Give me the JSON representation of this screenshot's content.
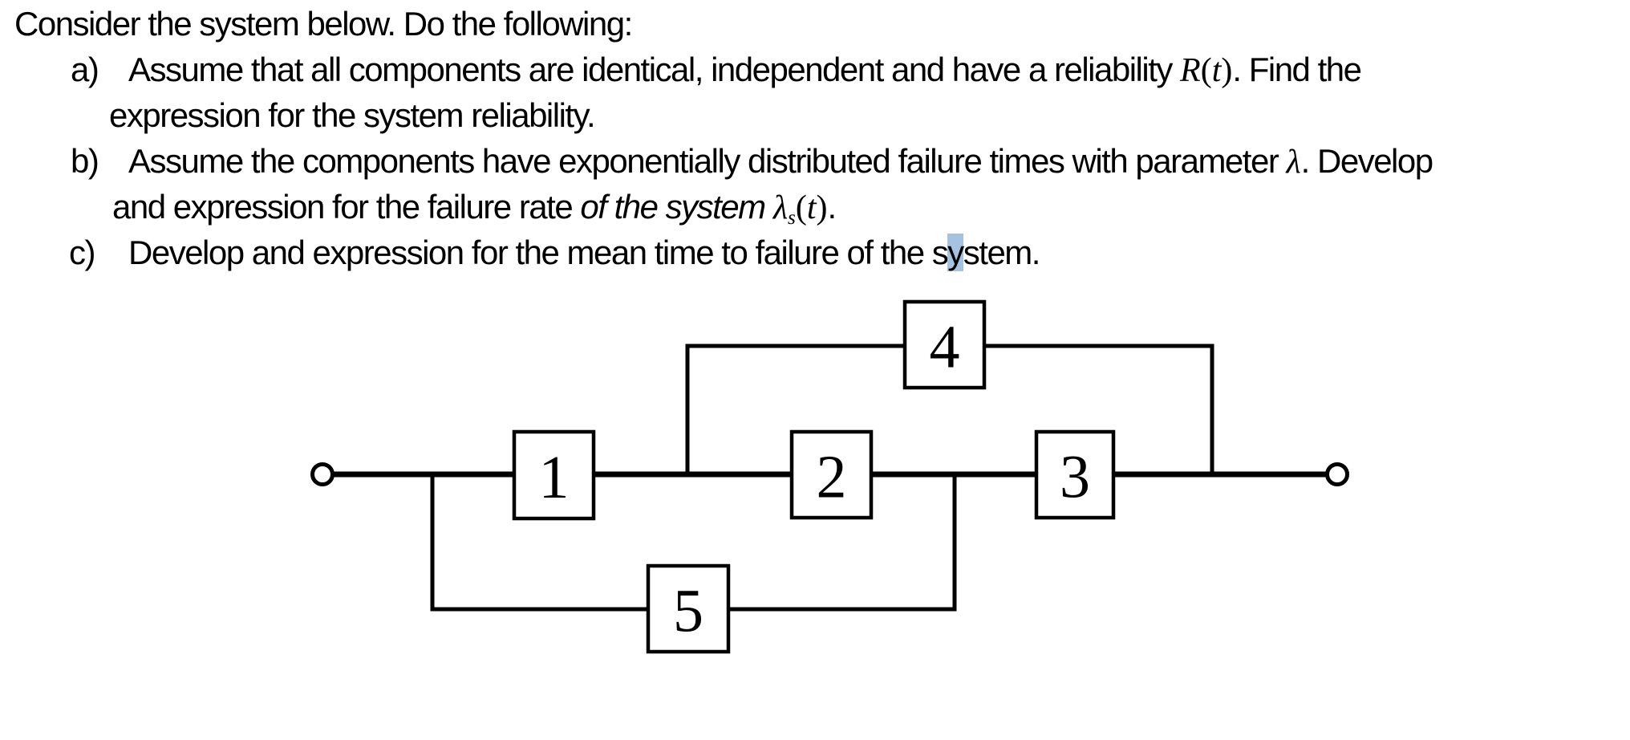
{
  "colors": {
    "text": "#000000",
    "selection_highlight": "#a4c3e0",
    "diagram_line": "#000000",
    "box_fill": "#ffffff"
  },
  "problem": {
    "intro": "Consider the system below. Do the following:",
    "items": [
      {
        "marker": "a)",
        "lines": [
          {
            "segments": [
              {
                "t": "Assume that all components are identical, independent and have a reliability ",
                "style": "plain"
              },
              {
                "t": "R",
                "style": "serif-italic"
              },
              {
                "t": "(",
                "style": "serif"
              },
              {
                "t": "t",
                "style": "serif-italic"
              },
              {
                "t": ")",
                "style": "serif"
              },
              {
                "t": ". Find the",
                "style": "plain"
              }
            ]
          },
          {
            "segments": [
              {
                "t": "expression for the system reliability.",
                "style": "plain"
              }
            ]
          }
        ]
      },
      {
        "marker": "b)",
        "lines": [
          {
            "segments": [
              {
                "t": "Assume the components have exponentially distributed failure times with parameter ",
                "style": "plain"
              },
              {
                "t": "λ",
                "style": "serif-italic"
              },
              {
                "t": ". Develop",
                "style": "plain"
              }
            ]
          },
          {
            "segments": [
              {
                "t": "and expression for the failure rate ",
                "style": "plain"
              },
              {
                "t": "of the system ",
                "style": "sans-italic"
              },
              {
                "t": "λ",
                "style": "serif-italic"
              },
              {
                "t": "s",
                "style": "serif-italic-sub"
              },
              {
                "t": "(",
                "style": "serif"
              },
              {
                "t": "t",
                "style": "serif-italic"
              },
              {
                "t": ")",
                "style": "serif"
              },
              {
                "t": ".",
                "style": "plain"
              }
            ]
          }
        ]
      },
      {
        "marker": "c)",
        "lines": [
          {
            "segments": [
              {
                "t": "Develop and expression for the mean time to failure of the s",
                "style": "plain"
              },
              {
                "t": "y",
                "style": "plain-highlight"
              },
              {
                "t": "stem.",
                "style": "plain"
              }
            ]
          }
        ]
      }
    ]
  },
  "diagram": {
    "blocks": [
      {
        "label": "1"
      },
      {
        "label": "2"
      },
      {
        "label": "3"
      },
      {
        "label": "4"
      },
      {
        "label": "5"
      }
    ]
  }
}
